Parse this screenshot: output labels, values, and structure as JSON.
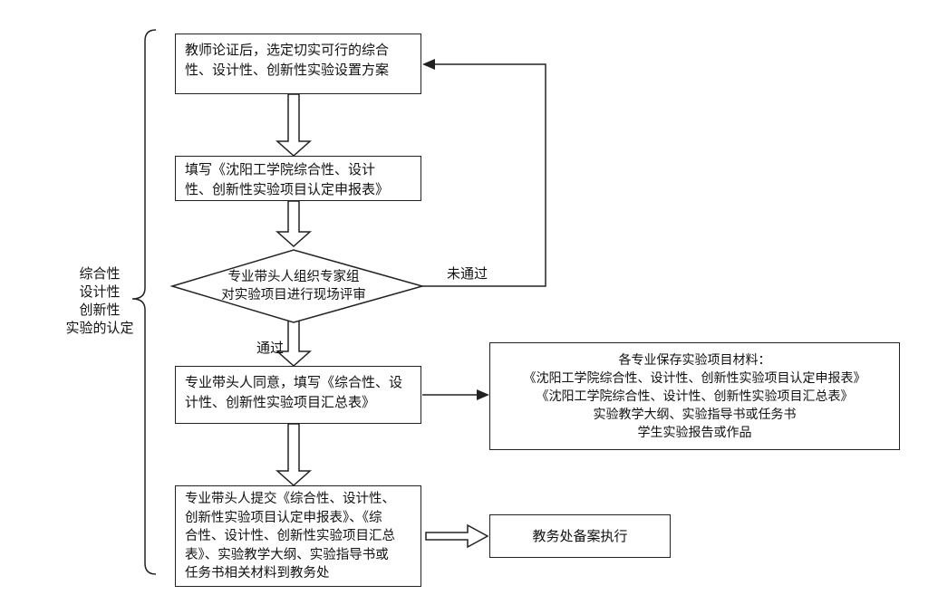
{
  "side_label": [
    "综合性",
    "设计性",
    "创新性",
    "实验的认定"
  ],
  "step1": [
    "教师论证后，选定切实可行的综合",
    "性、设计性、创新性实验设置方案"
  ],
  "step2": [
    "填写《沈阳工学院综合性、设计",
    "性、创新性实验项目认定申报表》"
  ],
  "decision": [
    "专业带头人组织专家组",
    "对实验项目进行现场评审"
  ],
  "label_fail": "未通过",
  "label_pass": "通过",
  "step3": [
    "专业带头人同意，填写《综合性、设",
    "计性、创新性实验项目汇总表》"
  ],
  "materials": [
    "各专业保存实验项目材料：",
    "《沈阳工学院综合性、设计性、创新性实验项目认定申报表》",
    "《沈阳工学院综合性、设计性、创新性实验项目汇总表》",
    "实验教学大纲、实验指导书或任务书",
    "学生实验报告或作品"
  ],
  "step4": [
    "专业带头人提交《综合性、设计性、",
    "创新性实验项目认定申报表》、《综",
    "合性、设计性、创新性实验项目汇总",
    "表》、实验教学大纲、实验指导书或",
    "任务书相关材料到教务处"
  ],
  "final": "教务处备案执行"
}
